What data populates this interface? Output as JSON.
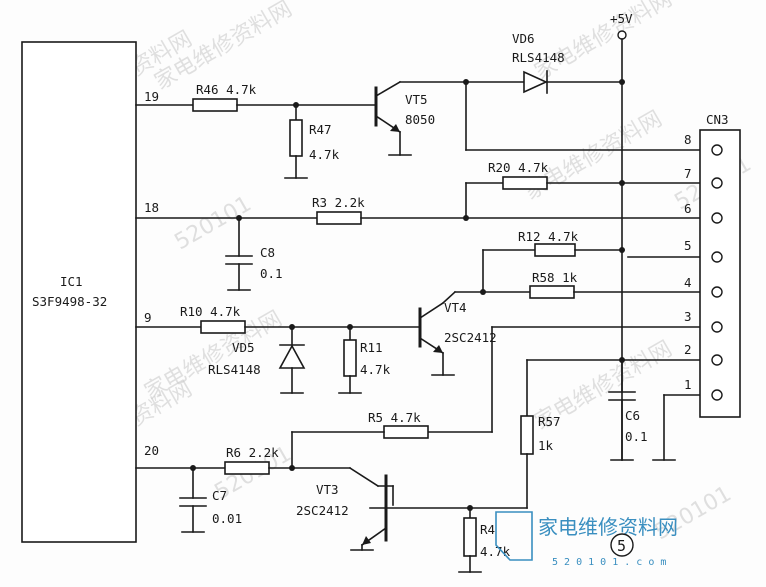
{
  "ic": {
    "ref": "IC1",
    "part": "S3F9498-32"
  },
  "pins": [
    "19",
    "18",
    "9",
    "20"
  ],
  "supply": "+5V",
  "connector": {
    "ref": "CN3",
    "pins": [
      "8",
      "7",
      "6",
      "5",
      "4",
      "3",
      "2",
      "1"
    ]
  },
  "resistors": {
    "r46": "R46 4.7k",
    "r47": "R47",
    "r47v": "4.7k",
    "r20": "R20 4.7k",
    "r3": "R3 2.2k",
    "r12": "R12 4.7k",
    "r58": "R58 1k",
    "r10": "R10 4.7k",
    "r11": "R11",
    "r11v": "4.7k",
    "r5": "R5 4.7k",
    "r57": "R57",
    "r57v": "1k",
    "r6": "R6 2.2k",
    "r4": "R4",
    "r4v": "4.7k"
  },
  "capacitors": {
    "c8": "C8",
    "c8v": "0.1",
    "c6": "C6",
    "c6v": "0.1",
    "c7": "C7",
    "c7v": "0.01"
  },
  "diodes": {
    "vd6": "VD6",
    "vd6v": "RLS4148",
    "vd5": "VD5",
    "vd5v": "RLS4148"
  },
  "transistors": {
    "vt5": "VT5",
    "vt5v": "8050",
    "vt4": "VT4",
    "vt4v": "2SC2412",
    "vt3": "VT3",
    "vt3v": "2SC2412"
  },
  "watermark": {
    "cn": "家电维修资料网",
    "num": "520101",
    "url": "5 2 0 1 0 1 . c o m",
    "badge": "5"
  }
}
